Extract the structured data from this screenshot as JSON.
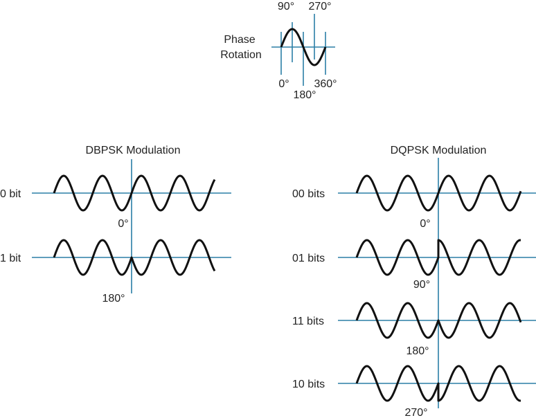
{
  "colors": {
    "axis": "#2a7fa6",
    "wave": "#111111",
    "text": "#222222",
    "background": "#ffffff"
  },
  "phase_rotation": {
    "label_line1": "Phase",
    "label_line2": "Rotation",
    "angle_90": "90°",
    "angle_270": "270°",
    "angle_0": "0°",
    "angle_180": "180°",
    "angle_360": "360°"
  },
  "dbpsk": {
    "title": "DBPSK Modulation",
    "rows": [
      {
        "label": "0 bit",
        "phase_label": "0°",
        "phase_shift_deg": 0
      },
      {
        "label": "1 bit",
        "phase_label": "180°",
        "phase_shift_deg": 180
      }
    ]
  },
  "dqpsk": {
    "title": "DQPSK Modulation",
    "rows": [
      {
        "label": "00 bits",
        "phase_label": "0°",
        "phase_shift_deg": 0
      },
      {
        "label": "01 bits",
        "phase_label": "90°",
        "phase_shift_deg": 90
      },
      {
        "label": "11 bits",
        "phase_label": "180°",
        "phase_shift_deg": 180
      },
      {
        "label": "10 bits",
        "phase_label": "270°",
        "phase_shift_deg": 270
      }
    ]
  }
}
